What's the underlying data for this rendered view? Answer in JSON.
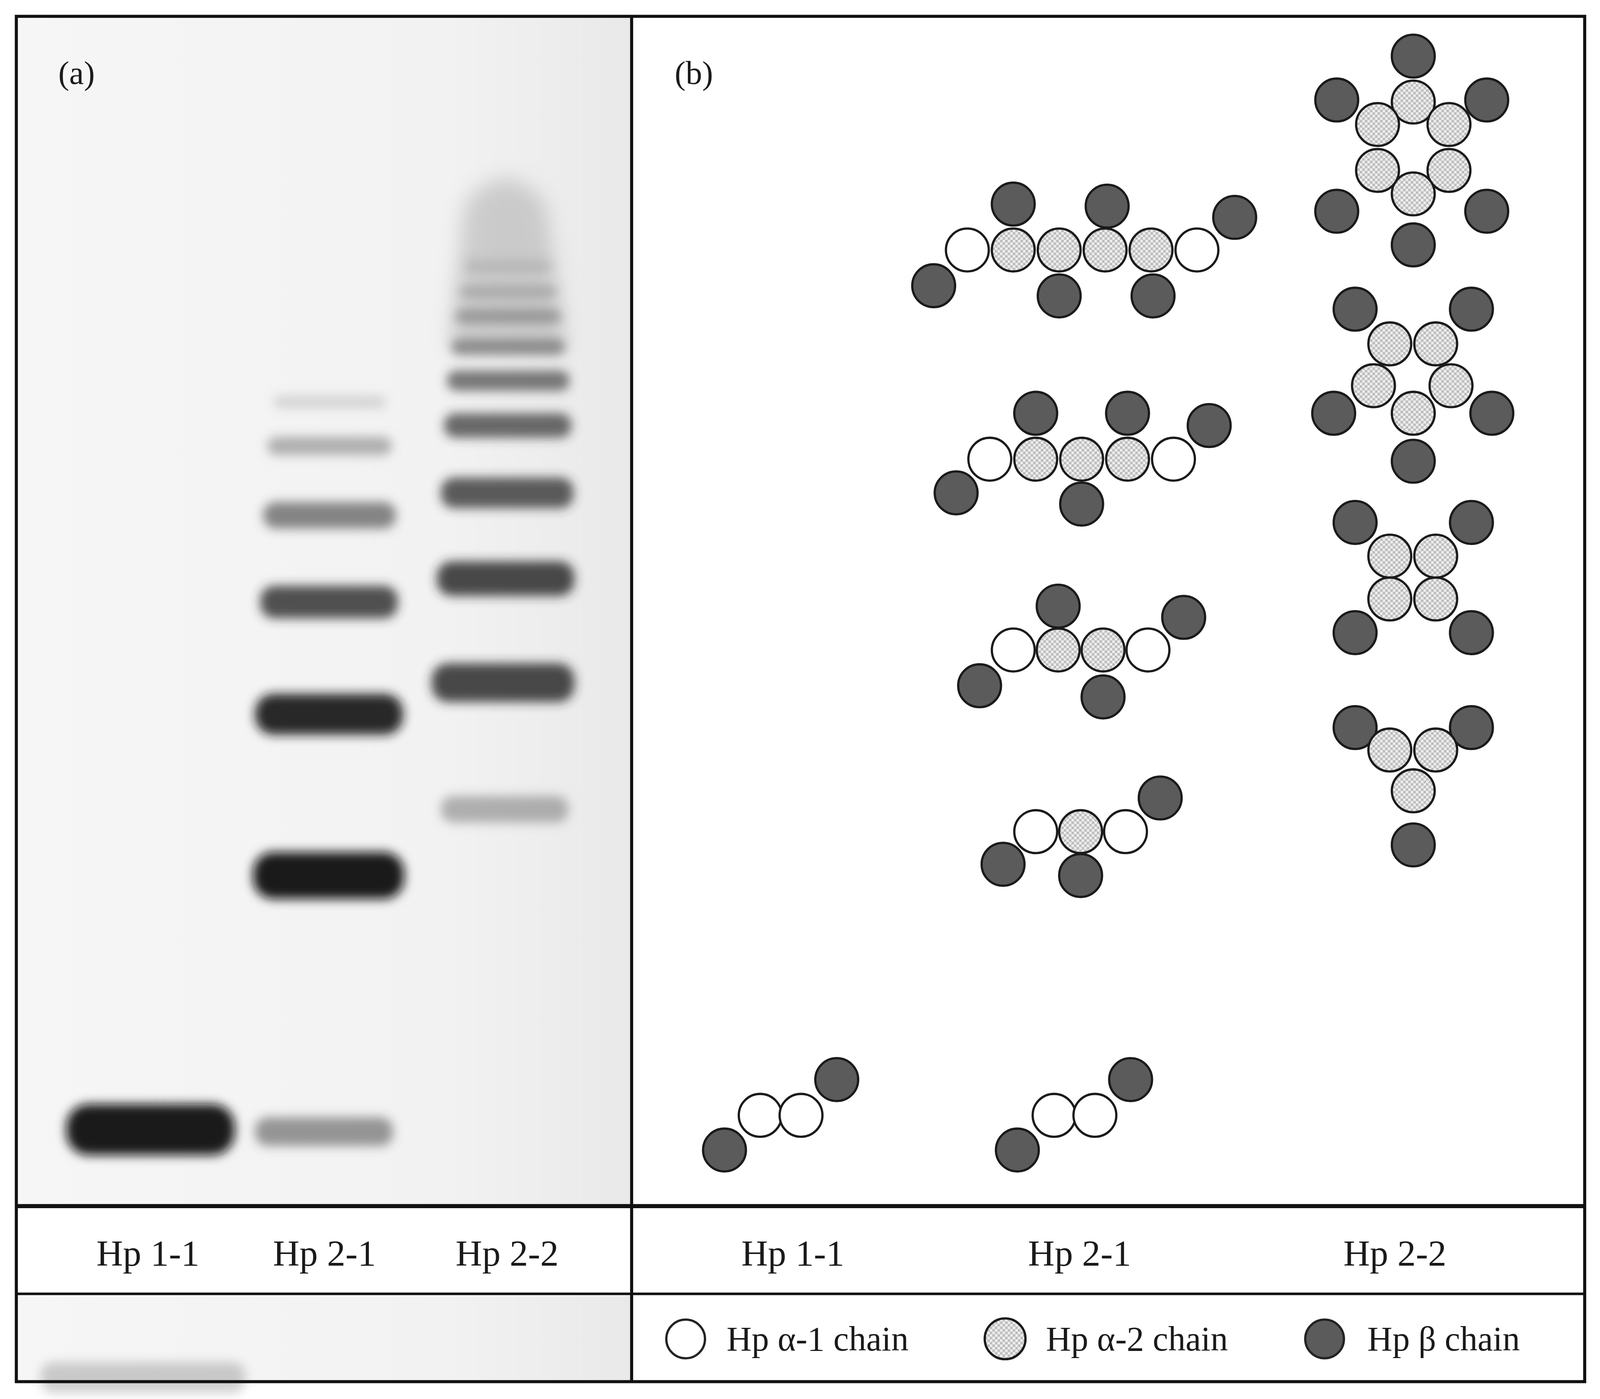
{
  "diagram": {
    "labels": [
      "(a)",
      "(b)",
      "Hp 1-1",
      "Hp 2-1",
      "Hp 2-2",
      "Hp 1-1",
      "Hp 2-1",
      "Hp 2-2"
    ],
    "legend": [
      {
        "text": "Hp α-1 chain",
        "color": "#ffffff"
      },
      {
        "text": "Hp α-2 chain"
      },
      {
        "text": "Hp β chain",
        "color": "#5b5b5b"
      }
    ]
  }
}
